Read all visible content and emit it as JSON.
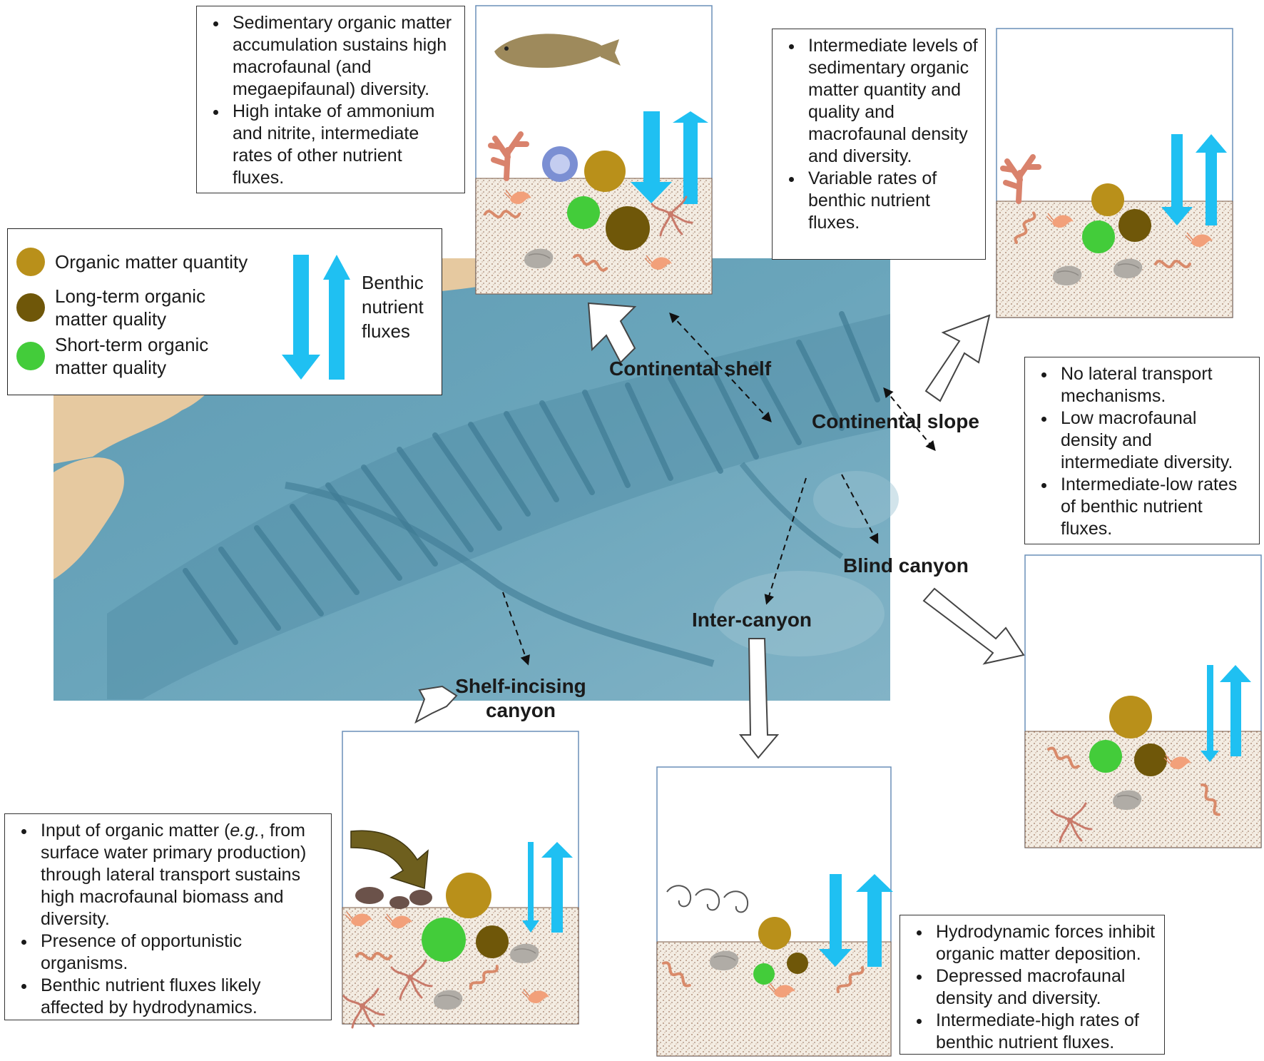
{
  "legend": {
    "quantity_label": "Organic matter quantity",
    "longterm_label": "Long-term organic matter quality",
    "shortterm_label": "Short-term organic matter quality",
    "flux_label": "Benthic nutrient fluxes",
    "colors": {
      "quantity": "#b9901a",
      "longterm": "#6f5709",
      "shortterm": "#43cc3a",
      "flux_arrow": "#1fc0f2"
    }
  },
  "labels": {
    "continental_shelf": "Continental shelf",
    "continental_slope": "Continental slope",
    "blind_canyon": "Blind canyon",
    "inter_canyon": "Inter-canyon",
    "shelf_incising_canyon": "Shelf-incising canyon"
  },
  "boxes": {
    "shelf": [
      "Sedimentary organic matter accumulation sustains high macrofaunal (and megaepifaunal) diversity.",
      "High intake of ammonium and nitrite, intermediate rates of other nutrient fluxes."
    ],
    "slope": [
      "Intermediate levels of sedimentary organic matter quantity and quality and macrofaunal density and diversity.",
      "Variable rates of benthic nutrient fluxes."
    ],
    "blind": [
      "No lateral transport mechanisms.",
      "Low macrofaunal density and intermediate diversity.",
      "Intermediate-low rates of benthic nutrient fluxes."
    ],
    "incising": [
      {
        "pre": "Input of organic matter (",
        "em": "e.g.",
        "post": ", from surface water primary production) through lateral transport sustains high macrofaunal biomass and diversity."
      },
      "Presence of opportunistic organisms.",
      "Benthic nutrient fluxes likely affected by hydrodynamics."
    ],
    "inter": [
      "Hydrodynamic forces inhibit organic matter deposition.",
      "Depressed macrofaunal density and diversity.",
      "Intermediate-high rates of benthic nutrient fluxes."
    ]
  }
}
